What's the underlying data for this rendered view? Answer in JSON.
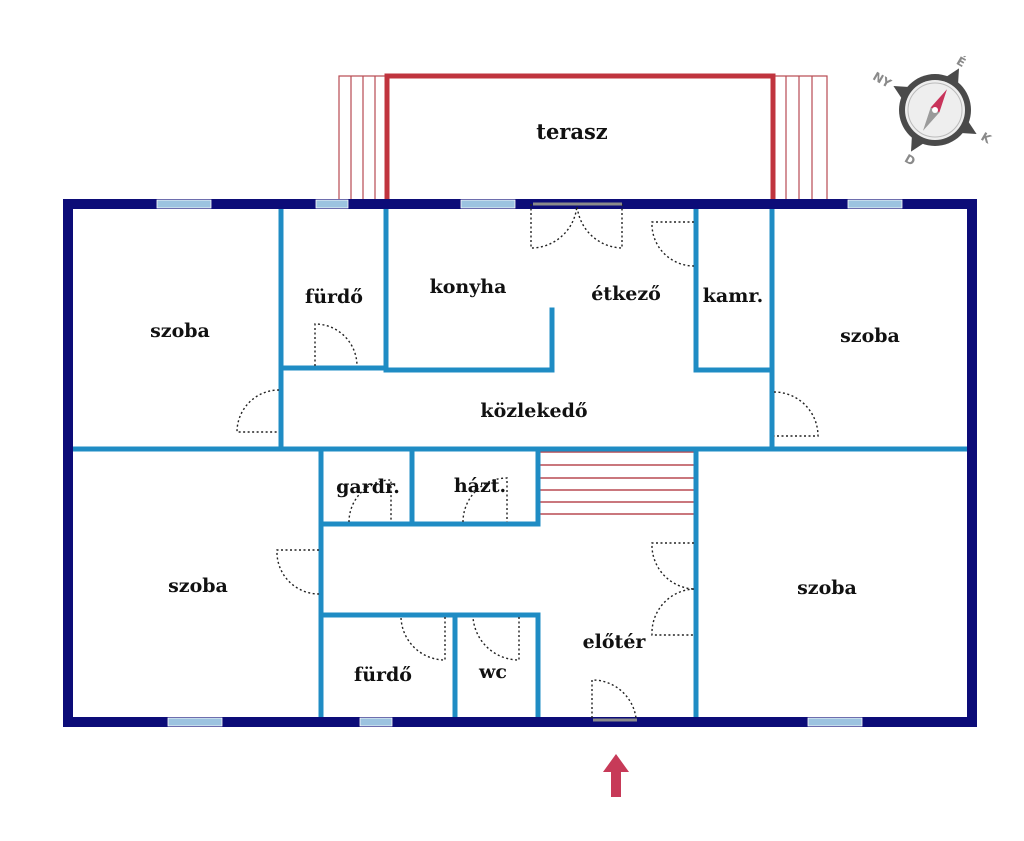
{
  "colors": {
    "outer_wall": "#0c0c78",
    "inner_wall": "#1f8cc4",
    "terrace": "#c0343e",
    "stairs": "#b84a52",
    "window": "#9cc3e0",
    "door_swing": "#222222",
    "entrance_arrow": "#c73a58",
    "compass_ring": "#4a4a4a",
    "compass_needle_north": "#c8335a"
  },
  "rooms": {
    "terrace": "terasz",
    "bedroom_nw": "szoba",
    "bathroom_upper": "fürdő",
    "kitchen": "konyha",
    "dining": "étkező",
    "pantry": "kamr.",
    "bedroom_ne": "szoba",
    "hallway": "közlekedő",
    "wardrobe": "gardr.",
    "utility": "házt.",
    "bedroom_sw": "szoba",
    "bedroom_se": "szoba",
    "bathroom_lower": "fürdő",
    "wc": "wc",
    "entry_hall": "előtér"
  },
  "compass": {
    "north": "É",
    "east": "K",
    "south": "D",
    "west": "NY"
  },
  "icons": {
    "compass": "compass-icon",
    "entrance": "entrance-arrow-icon"
  }
}
